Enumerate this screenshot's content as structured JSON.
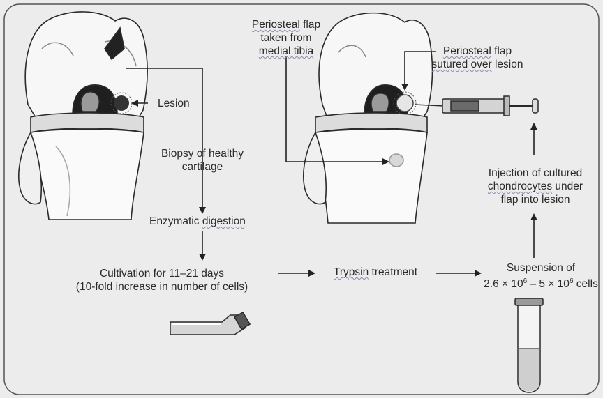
{
  "labels": {
    "lesion": "Lesion",
    "biopsy_1": "Biopsy of healthy",
    "biopsy_2": "cartilage",
    "enzymatic_word": "Enzymatic",
    "enzymatic_rest": "digestion",
    "cultivation_1": "Cultivation for 11–21 days",
    "cultivation_2": "(10-fold increase in number of cells)",
    "trypsin_word": "Trypsin",
    "trypsin_rest": " treatment",
    "suspension_1": "Suspension of",
    "susp_a": "2.6 × 10",
    "susp_exp1": "6",
    "susp_mid": " – 5 × 10",
    "susp_exp2": "6",
    "susp_end": " cells",
    "periosteal_left_word": "Periosteal",
    "periosteal_left_rest": " flap",
    "taken_from": "taken from",
    "medial_tibia": "medial tibia",
    "periosteal_right_word": "Periosteal",
    "periosteal_right_rest": " flap",
    "sutured_over_word": "sutured over",
    "sutured_over_rest": " lesion",
    "injection_1": "Injection of cultured",
    "chondrocytes_word": "chondrocytes",
    "injection_2_rest": " under",
    "injection_3": "flap into lesion"
  },
  "colors": {
    "background": "#ececec",
    "line": "#2a2a2a",
    "bone": "#ffffff",
    "shade": "#b9b9b9"
  },
  "icons": [
    "knee-left-illustration",
    "knee-right-illustration",
    "syringe-icon",
    "culture-flask-icon",
    "test-tube-icon"
  ]
}
